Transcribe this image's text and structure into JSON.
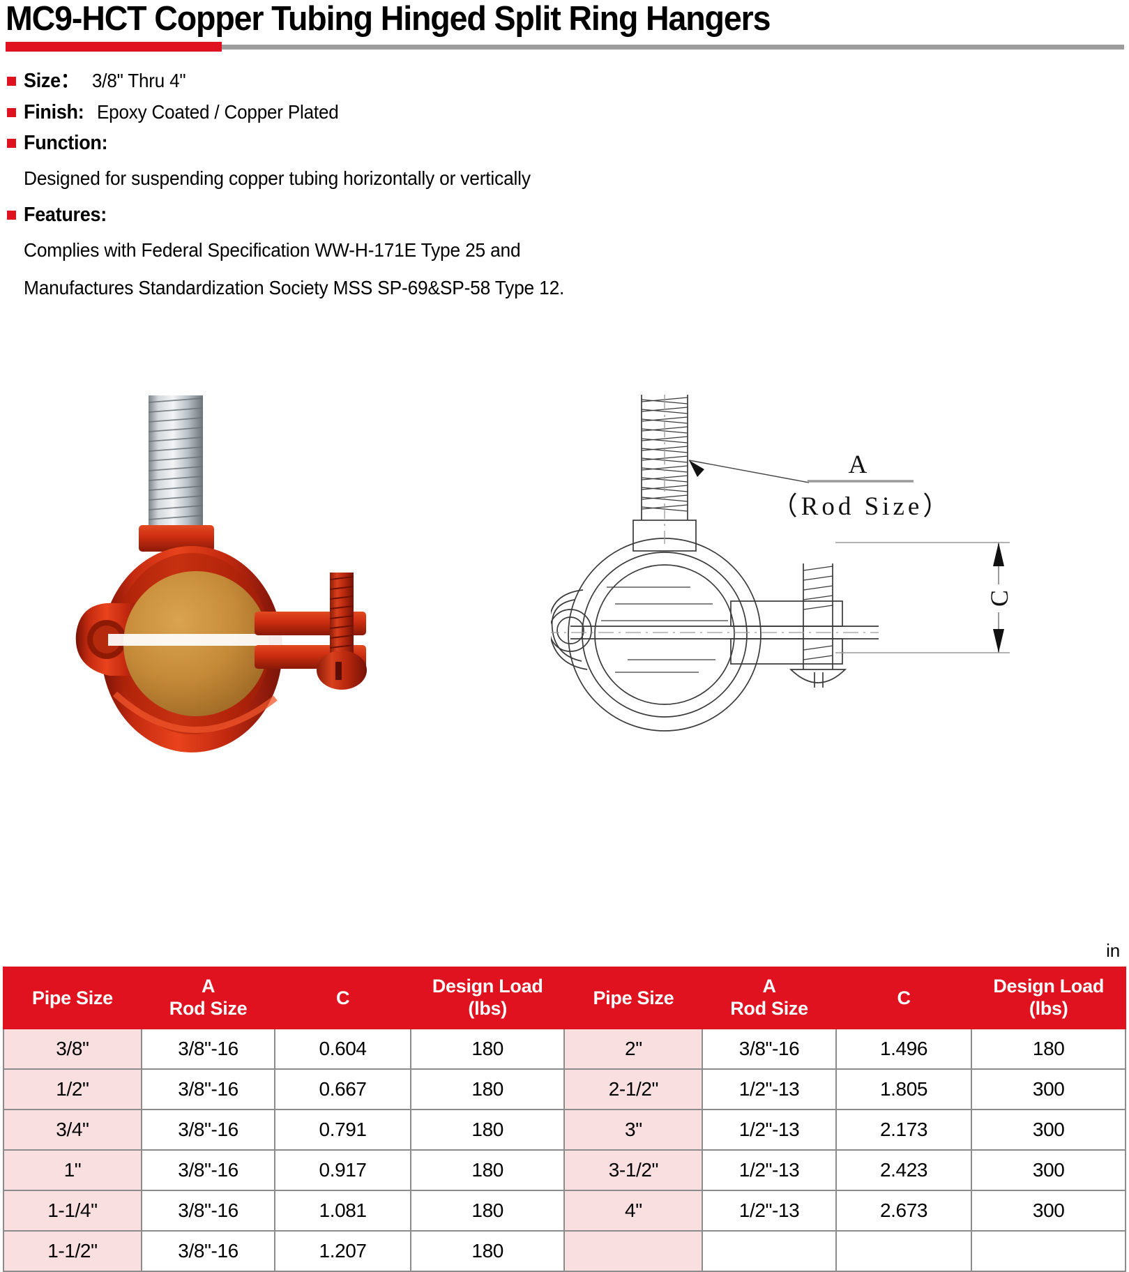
{
  "header": {
    "title": "MC9-HCT Copper Tubing Hinged Split Ring Hangers",
    "accent_red": "#e1121f",
    "accent_grey": "#9d9d9d"
  },
  "specs": [
    {
      "label": "Size：",
      "value": "3/8\" Thru 4\""
    },
    {
      "label": "Finish:",
      "value": "Epoxy Coated / Copper Plated"
    },
    {
      "label": "Function:",
      "value": ""
    },
    {
      "label": "Features:",
      "value": ""
    }
  ],
  "function_text": "Designed for suspending copper tubing horizontally or vertically",
  "features_line1": "Complies with Federal Specification WW-H-171E Type 25 and",
  "features_line2": "Manufactures Standardization Society MSS SP-69&SP-58 Type 12.",
  "drawing": {
    "label_a": "A",
    "label_rod_size": "（Rod Size）",
    "label_c": "C"
  },
  "table": {
    "unit": "in",
    "headers": [
      {
        "main": "Pipe Size",
        "sub": ""
      },
      {
        "main": "A",
        "sub": "Rod Size"
      },
      {
        "main": "C",
        "sub": ""
      },
      {
        "main": "Design Load",
        "sub": "(lbs)"
      },
      {
        "main": "Pipe Size",
        "sub": ""
      },
      {
        "main": "A",
        "sub": "Rod Size"
      },
      {
        "main": "C",
        "sub": ""
      },
      {
        "main": "Design Load",
        "sub": "(lbs)"
      }
    ],
    "rows": [
      [
        "3/8\"",
        "3/8\"-16",
        "0.604",
        "180",
        "2\"",
        "3/8\"-16",
        "1.496",
        "180"
      ],
      [
        "1/2\"",
        "3/8\"-16",
        "0.667",
        "180",
        "2-1/2\"",
        "1/2\"-13",
        "1.805",
        "300"
      ],
      [
        "3/4\"",
        "3/8\"-16",
        "0.791",
        "180",
        "3\"",
        "1/2\"-13",
        "2.173",
        "300"
      ],
      [
        "1\"",
        "3/8\"-16",
        "0.917",
        "180",
        "3-1/2\"",
        "1/2\"-13",
        "2.423",
        "300"
      ],
      [
        "1-1/4\"",
        "3/8\"-16",
        "1.081",
        "180",
        "4\"",
        "1/2\"-13",
        "2.673",
        "300"
      ],
      [
        "1-1/2\"",
        "3/8\"-16",
        "1.207",
        "180",
        "",
        "",
        "",
        ""
      ]
    ]
  }
}
